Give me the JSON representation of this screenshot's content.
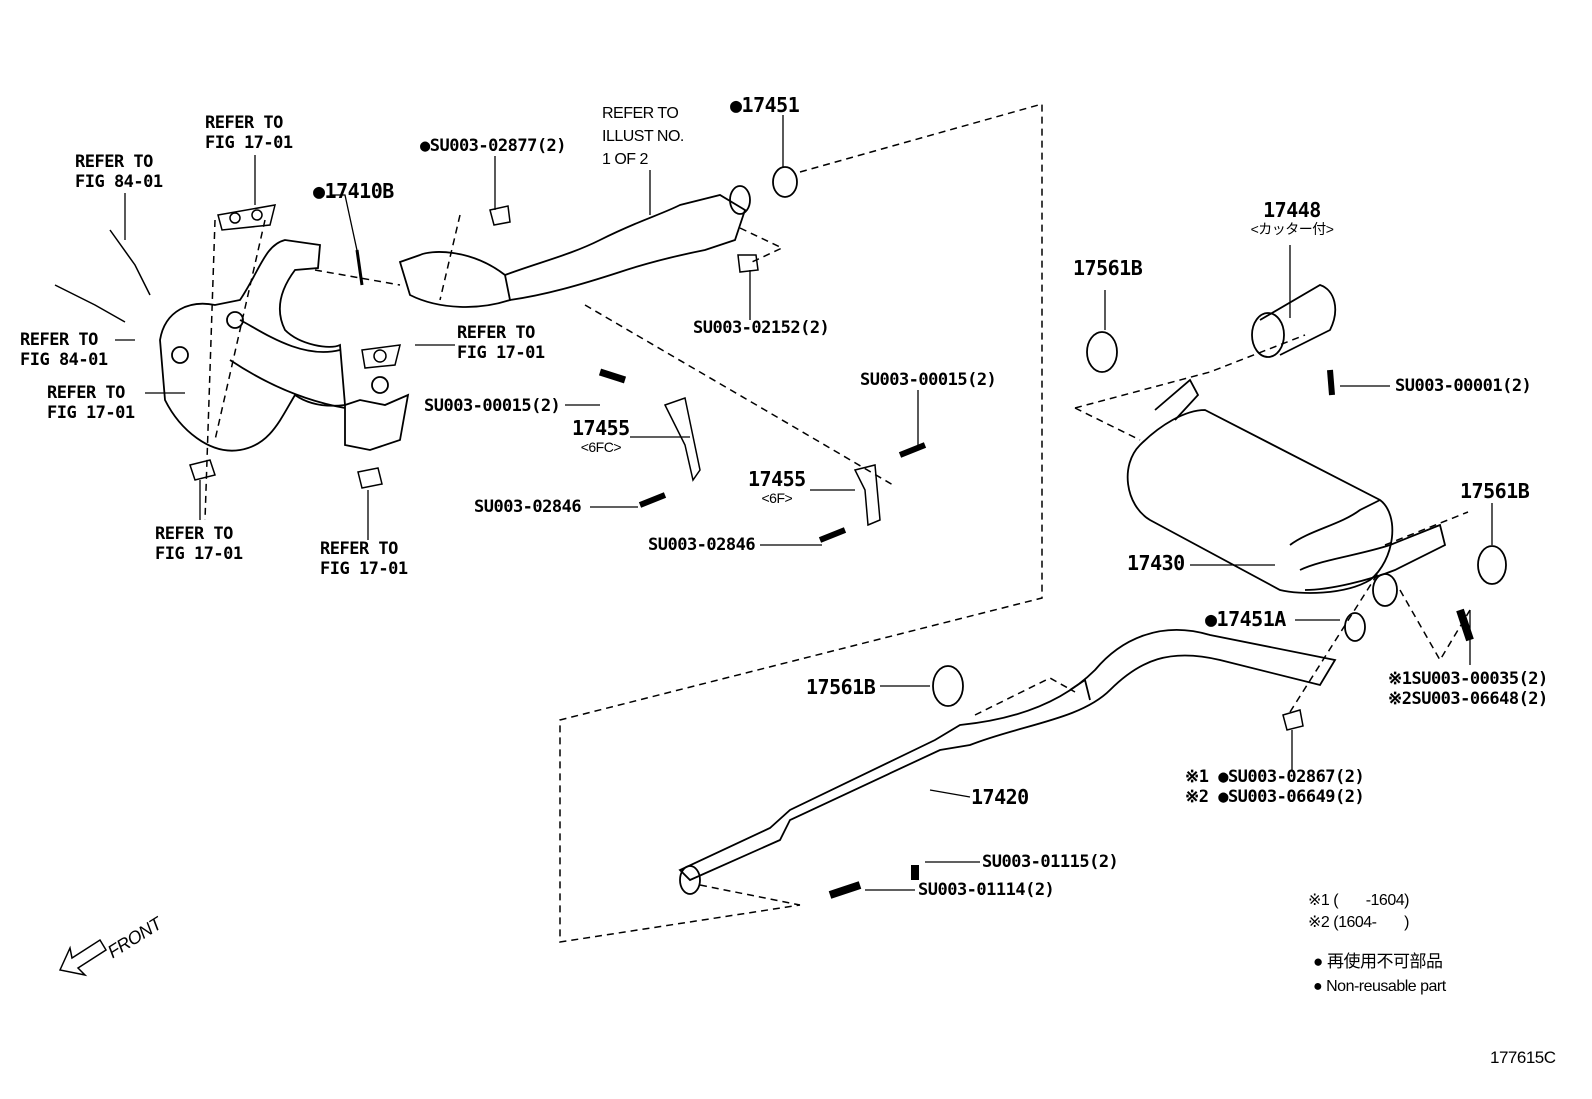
{
  "diagram_id": "177615C",
  "front_label": "FRONT",
  "callouts": {
    "ref_fig84_top": [
      "REFER TO",
      "FIG 84-01"
    ],
    "ref_fig1701_top": [
      "REFER TO",
      "FIG 17-01"
    ],
    "p17410B": "●17410B",
    "su02877": "●SU003-02877(2)",
    "ref_illust": [
      "REFER TO",
      "ILLUST NO.",
      "1 OF 2"
    ],
    "p17451": "●17451",
    "su02152": "SU003-02152(2)",
    "ref_fig84_left": [
      "REFER TO",
      "FIG 84-01"
    ],
    "ref_fig1701_mid": [
      "REFER TO",
      "FIG 17-01"
    ],
    "ref_fig1701_left": [
      "REFER TO",
      "FIG 17-01"
    ],
    "su00015_a": "SU003-00015(2)",
    "p17455_6fc": [
      "17455",
      "<6FC>"
    ],
    "su02846_a": "SU003-02846",
    "su00015_b": "SU003-00015(2)",
    "p17455_6f": [
      "17455",
      "<6F>"
    ],
    "su02846_b": "SU003-02846",
    "ref_fig1701_bl": [
      "REFER TO",
      "FIG 17-01"
    ],
    "ref_fig1701_bm": [
      "REFER TO",
      "FIG 17-01"
    ],
    "p17448": [
      "17448",
      "<カッター付>"
    ],
    "p17561B_a": "17561B",
    "su00001": "SU003-00001(2)",
    "p17561B_b": "17561B",
    "p17430": "17430",
    "p17451A": "●17451A",
    "su00035_06648": [
      "※1SU003-00035(2)",
      "※2SU003-06648(2)"
    ],
    "p17561B_c": "17561B",
    "p17420": "17420",
    "su02867_06649": [
      "※1 ●SU003-02867(2)",
      "※2 ●SU003-06649(2)"
    ],
    "su01115": "SU003-01115(2)",
    "su01114": "SU003-01114(2)"
  },
  "notes": {
    "n1": "※1 (       -1604)",
    "n2": "※2 (1604-       )"
  },
  "legend": {
    "jp": "● 再使用不可部品",
    "en": "● Non-reusable part"
  }
}
